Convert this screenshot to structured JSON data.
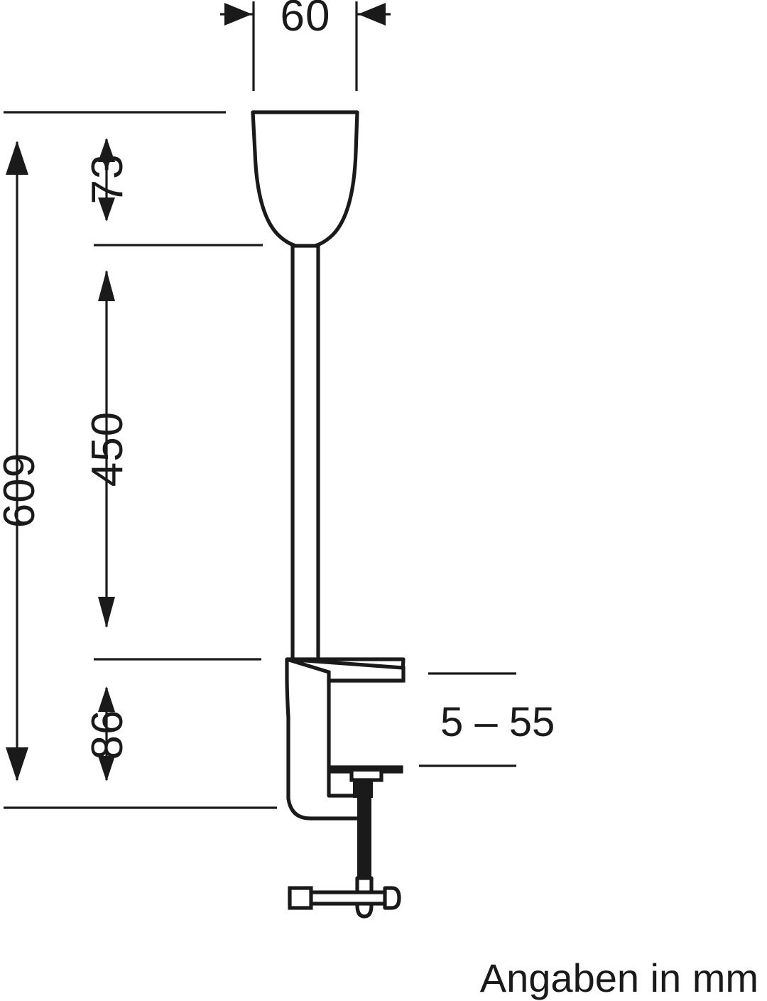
{
  "document": {
    "type": "technical-dimension-drawing",
    "subject": "clamp-mounted desk lamp",
    "units_note": "Angaben in mm",
    "line_color": "#1a1a1a",
    "background_color": "#ffffff"
  },
  "dimensions": {
    "width_top": {
      "label": "60",
      "name": "lamp-head-width",
      "orientation": "horizontal",
      "value": 60,
      "unit": "mm"
    },
    "head_height": {
      "label": "73",
      "name": "lamp-head-height",
      "orientation": "vertical",
      "rotated": true,
      "value": 73,
      "unit": "mm"
    },
    "stem_height": {
      "label": "450",
      "name": "stem-height",
      "orientation": "vertical",
      "rotated": true,
      "value": 450,
      "unit": "mm"
    },
    "clamp_height": {
      "label": "86",
      "name": "clamp-height",
      "orientation": "vertical",
      "rotated": true,
      "value": 86,
      "unit": "mm"
    },
    "total_height": {
      "label": "609",
      "name": "total-height",
      "orientation": "vertical",
      "rotated": true,
      "value": 609,
      "unit": "mm"
    },
    "clamp_range": {
      "label": "5 – 55",
      "name": "clamp-opening-range",
      "orientation": "horizontal-leader",
      "min": 5,
      "max": 55,
      "unit": "mm"
    }
  },
  "footer": {
    "units_label": "Angaben in mm"
  },
  "parts": [
    {
      "name": "lamp-head",
      "description": "bowl shaped shade"
    },
    {
      "name": "lamp-stem",
      "description": "vertical tube"
    },
    {
      "name": "clamp-body",
      "description": "C shaped table clamp"
    },
    {
      "name": "clamp-upper-jaw",
      "description": "tapered top arm"
    },
    {
      "name": "clamp-pressure-pad",
      "description": "trapezoid pad"
    },
    {
      "name": "clamp-screw",
      "description": "threaded spindle"
    },
    {
      "name": "clamp-handle",
      "description": "T bar handle"
    }
  ]
}
